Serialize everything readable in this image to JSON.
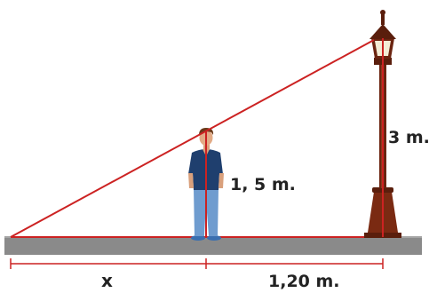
{
  "labels": {
    "lamp_height": "3 m.",
    "person_height": "1, 5 m.",
    "shadow_unknown": "x",
    "person_to_lamp": "1,20 m."
  },
  "colors": {
    "ray": "#cc2222",
    "ground": "#8a8a8a",
    "lamp_post": "#6b2410",
    "shirt": "#1f3f6e",
    "jeans": "#6f9ccf",
    "text": "#222222"
  },
  "icons": {
    "street_lamp": "street-lamp-icon",
    "person": "person-icon"
  }
}
